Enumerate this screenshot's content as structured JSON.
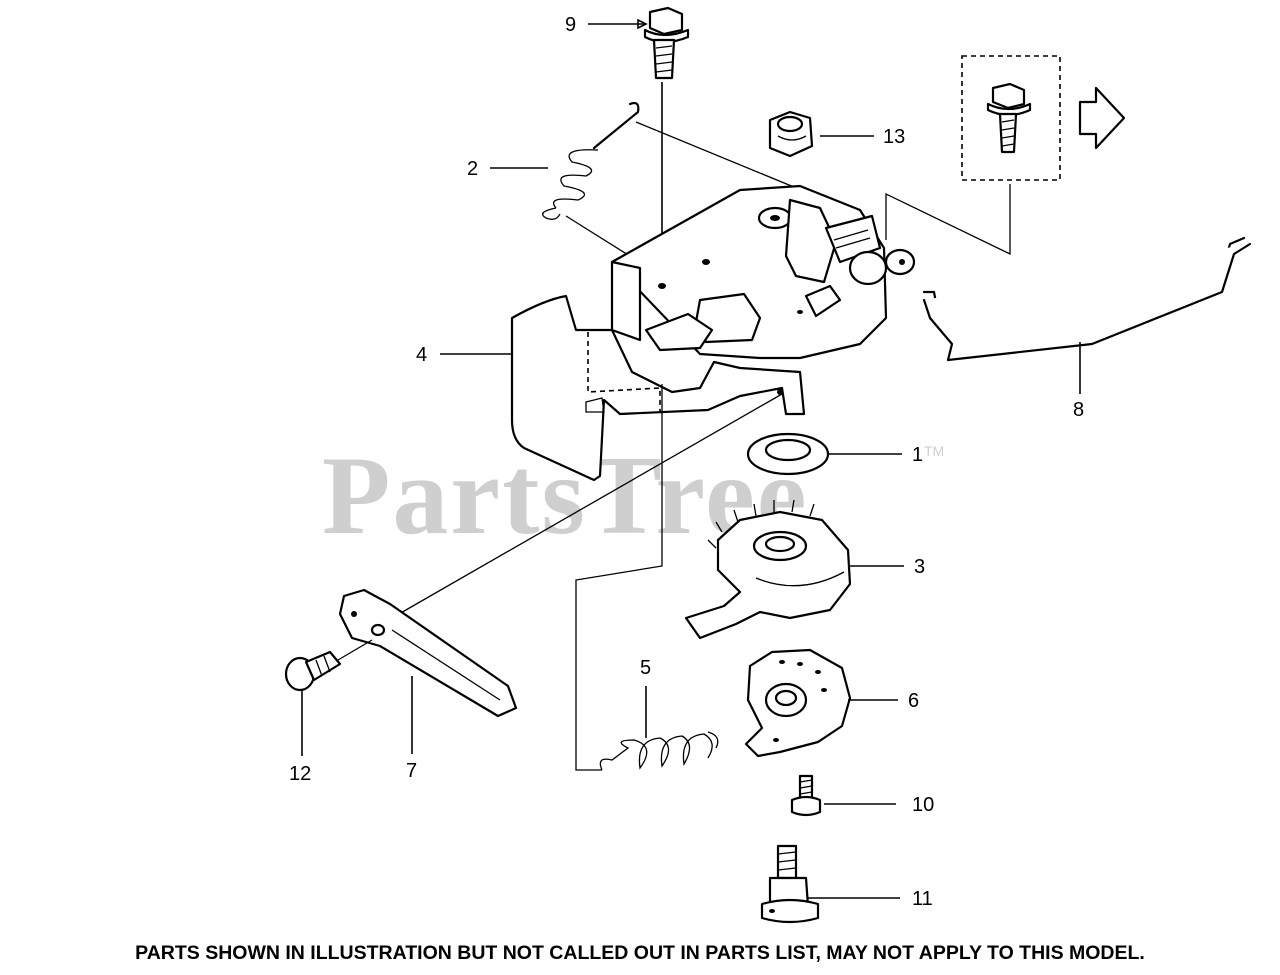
{
  "watermark": {
    "brand": "PartsTree",
    "trademark": "TM"
  },
  "callouts": {
    "c1": "1",
    "c2": "2",
    "c3": "3",
    "c4": "4",
    "c5": "5",
    "c6": "6",
    "c7": "7",
    "c8": "8",
    "c9": "9",
    "c10": "10",
    "c11": "11",
    "c12": "12",
    "c13": "13"
  },
  "footer_note": "PARTS SHOWN IN ILLUSTRATION BUT NOT CALLED OUT IN PARTS LIST,  MAY NOT APPLY TO THIS MODEL.",
  "colors": {
    "line": "#000000",
    "watermark": "#cfcfcf",
    "background": "#ffffff"
  }
}
